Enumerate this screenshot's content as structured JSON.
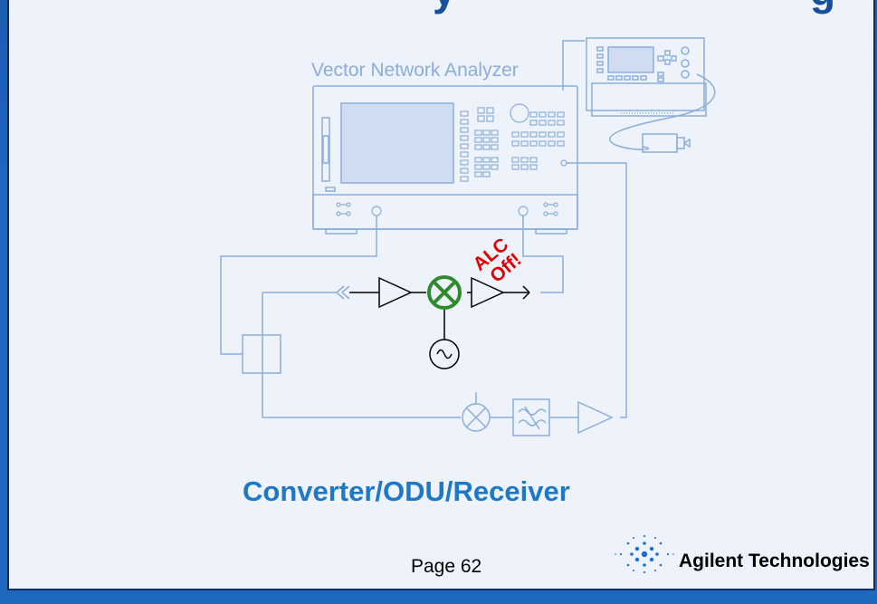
{
  "slide": {
    "top_title_fragment": "…y … … g",
    "instrument_label": "Vector Network Analyzer",
    "callout": "ALC\nOff!",
    "callout_line1": "ALC",
    "callout_line2": "Off!",
    "device_caption": "Converter/ODU/Receiver",
    "page_label": "Page 62",
    "brand": "Agilent Technologies"
  },
  "colors": {
    "background_blue": "#1f68c0",
    "card": "#eef2fa",
    "instrument_line": "#8aaedc",
    "caption_blue": "#1e78c8",
    "mixer_green": "#2e8b2e",
    "callout_red": "#e00000"
  },
  "icons": [
    "agilent-spark-logo",
    "mixer-icon",
    "oscillator-icon",
    "filter-icon",
    "amplifier-icon",
    "power-meter-icon",
    "power-sensor-icon"
  ]
}
